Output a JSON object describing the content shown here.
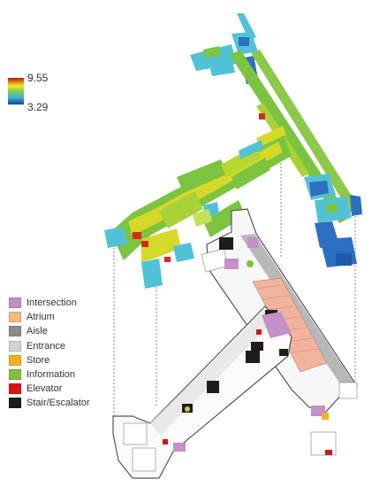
{
  "colorbar": {
    "max_label": "9.55",
    "min_label": "3.29",
    "colors": [
      "#c40d1a",
      "#f3ef1b",
      "#7ccb4c",
      "#3fb8d8",
      "#1d3f99"
    ]
  },
  "legend": [
    {
      "label": "Intersection",
      "color": "#c58fc7"
    },
    {
      "label": "Atrium",
      "color": "#f7b978"
    },
    {
      "label": "Aisle",
      "color": "#8c8c8c"
    },
    {
      "label": "Entrance",
      "color": "#d3d3d3"
    },
    {
      "label": "Store",
      "color": "#f1b12a"
    },
    {
      "label": "Information",
      "color": "#84c13b"
    },
    {
      "label": "Elevator",
      "color": "#d8141a"
    },
    {
      "label": "Stair/Escalator",
      "color": "#1d1d1d"
    }
  ],
  "colors": {
    "heat_green": "#7cc43f",
    "heat_cyan": "#51c2d6",
    "heat_blue": "#2c6fc0",
    "heat_yellow": "#d6d82a",
    "heat_red": "#d42a1e",
    "plan_outline": "#555555",
    "aisle_grey": "#b8b8b8",
    "atrium_pink": "#f2b49e"
  }
}
